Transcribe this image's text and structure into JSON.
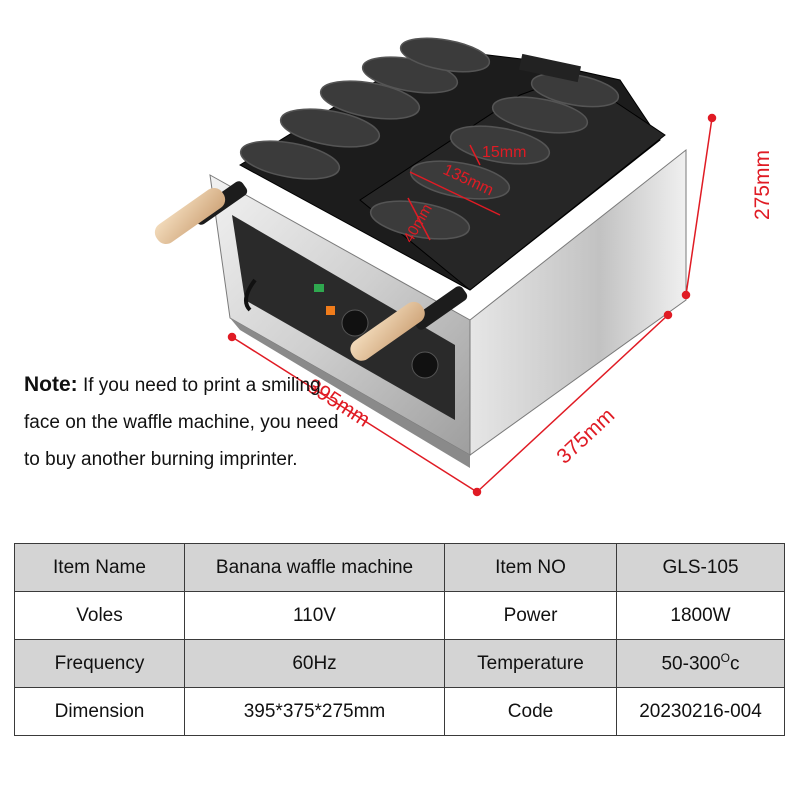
{
  "dimensions": {
    "width": "395mm",
    "depth": "375mm",
    "height": "275mm",
    "mold_length": "135mm",
    "mold_width": "40mm",
    "mold_depth": "15mm"
  },
  "note": {
    "heading": "Note:",
    "text": "If you need to print a smiling face on the waffle machine, you need to buy another burning imprinter."
  },
  "specs": {
    "rows": [
      {
        "label1": "Item Name",
        "value1": "Banana waffle machine",
        "label2": "Item NO",
        "value2": "GLS-105"
      },
      {
        "label1": "Voles",
        "value1": "110V",
        "label2": "Power",
        "value2": "1800W"
      },
      {
        "label1": "Frequency",
        "value1": "60Hz",
        "label2": "Temperature",
        "value2": "50-300"
      },
      {
        "label1": "Dimension",
        "value1": "395*375*275mm",
        "label2": "Code",
        "value2": "20230216-004"
      }
    ],
    "temp_unit_sup": "O",
    "temp_unit": "c"
  },
  "colors": {
    "dimension_red": "#e01b24",
    "plate_black": "#1c1c1c",
    "steel": "#d8d8d8",
    "handle_wood": "#e6c7a0",
    "table_shade": "#d4d4d4"
  }
}
